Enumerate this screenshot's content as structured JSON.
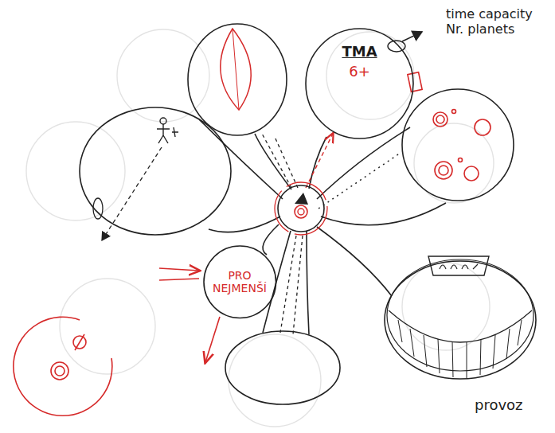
{
  "diagram": {
    "nodes": [
      {
        "text": [
          "TMA",
          "6+"
        ]
      },
      {
        "text": [
          "PRO NEJMENŠÍ"
        ]
      }
    ],
    "labels": [
      "time capacity Nr. planets",
      "provoz"
    ]
  }
}
